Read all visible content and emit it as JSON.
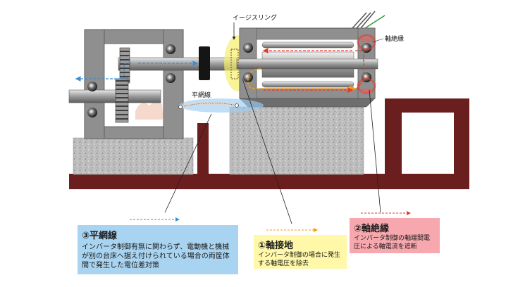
{
  "labels": {
    "easing_ring": "イージスリング",
    "shaft_insulation": "軸絶縁",
    "braided_wire": "平網線"
  },
  "boxes": {
    "braided": {
      "title": "③平網線",
      "body": "インバータ制御有無に関わらず、電動機と機械が別の台床へ据え付けられている場合の両筐体間で発生した電位差対策"
    },
    "grounding": {
      "title": "①軸接地",
      "body": "インバータ制御の場合に発生する軸電圧を除去"
    },
    "insulation": {
      "title": "②軸絶縁",
      "body": "インバータ制御の軸端間電圧による軸電流を遮断"
    }
  },
  "colors": {
    "box_blue": "#a9d4f1",
    "box_yellow": "#fff8a8",
    "box_pink": "#f7a8ae",
    "base_maroon": "#6b1e1e",
    "concrete": "#b9b9b9",
    "frame_gray": "#8f8f8f",
    "current_blue": "#3b8fd6",
    "current_red": "#e33a2a",
    "current_orange": "#f39a1b"
  }
}
